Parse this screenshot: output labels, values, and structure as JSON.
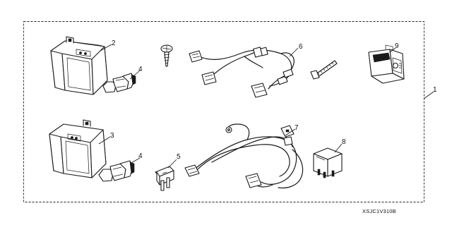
{
  "diagram": {
    "diagram_code": "XSJC1V310B",
    "callouts": {
      "kit": "1",
      "fog_light_left": "2",
      "fog_light_right": "3",
      "bulb_upper": "4",
      "bulb_lower": "4",
      "fuse": "5",
      "sub_harness": "6",
      "main_harness": "7",
      "relay": "8",
      "switch": "9"
    }
  }
}
